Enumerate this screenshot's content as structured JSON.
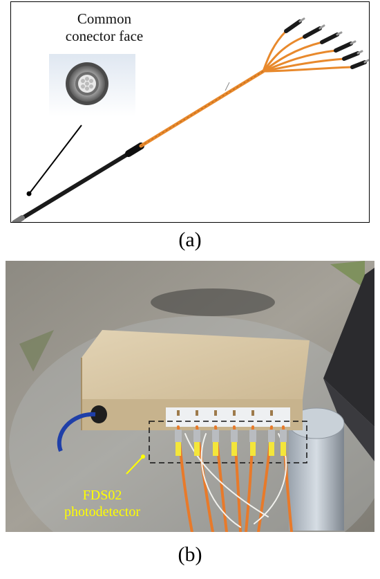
{
  "figure": {
    "panel_a": {
      "caption": "(a)",
      "connector_label_line1": "Common",
      "connector_label_line2": "conector face"
    },
    "panel_b": {
      "caption": "(b)",
      "detector_label_line1": "FDS02",
      "detector_label_line2": "photodetector"
    }
  },
  "colors": {
    "fiber_orange": "#e8892c",
    "fiber_black": "#1a1a1a",
    "box_cardboard": "#d9c8a8",
    "label_yellow": "#ffff00",
    "ground": "#9a968c"
  }
}
